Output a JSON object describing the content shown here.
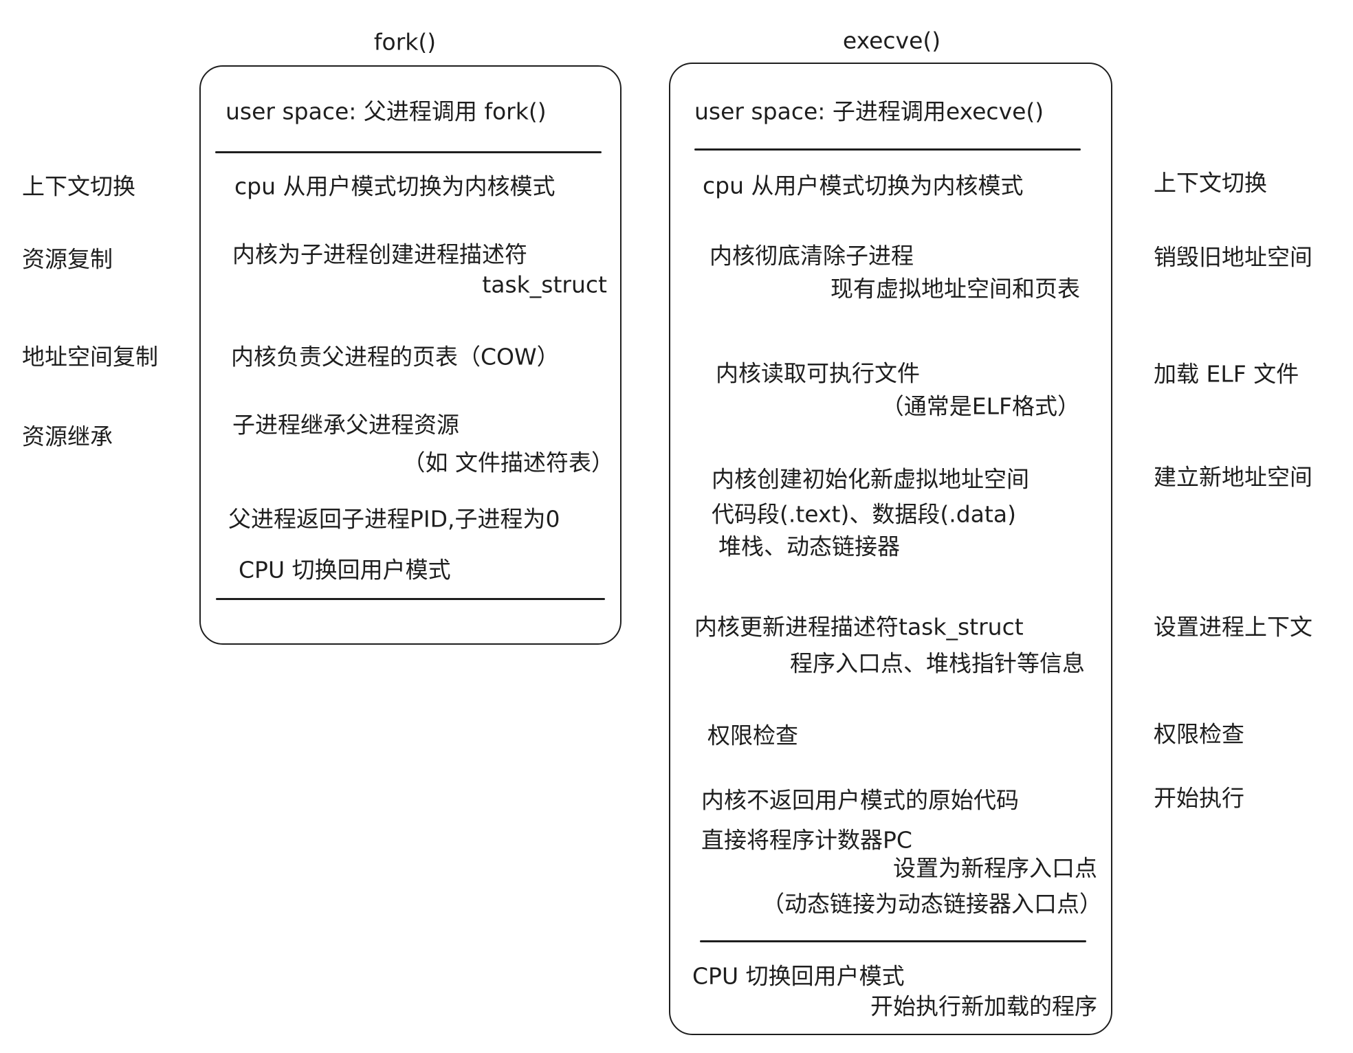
{
  "fork": {
    "title": "fork()",
    "header": "user space: 父进程调用 fork()",
    "steps": [
      "cpu 从用户模式切换为内核模式",
      "内核为子进程创建进程描述符",
      "task_struct",
      "内核负责父进程的页表（COW）",
      "子进程继承父进程资源",
      "（如 文件描述符表）",
      "父进程返回子进程PID,子进程为0",
      "CPU 切换回用户模式"
    ],
    "labels": [
      "上下文切换",
      "资源复制",
      "地址空间复制",
      "资源继承"
    ]
  },
  "execve": {
    "title": "execve()",
    "header": "user space: 子进程调用execve()",
    "steps": [
      "cpu 从用户模式切换为内核模式",
      "内核彻底清除子进程",
      "现有虚拟地址空间和页表",
      "内核读取可执行文件",
      "（通常是ELF格式）",
      "内核创建初始化新虚拟地址空间",
      "代码段(.text)、数据段(.data)",
      "堆栈、动态链接器",
      "内核更新进程描述符task_struct",
      "程序入口点、堆栈指针等信息",
      "权限检查",
      "内核不返回用户模式的原始代码",
      "直接将程序计数器PC",
      "设置为新程序入口点",
      "（动态链接为动态链接器入口点）"
    ],
    "footer": [
      "CPU 切换回用户模式",
      "开始执行新加载的程序"
    ],
    "labels": [
      "上下文切换",
      "销毁旧地址空间",
      "加载 ELF 文件",
      "建立新地址空间",
      "设置进程上下文",
      "权限检查",
      "开始执行"
    ]
  }
}
